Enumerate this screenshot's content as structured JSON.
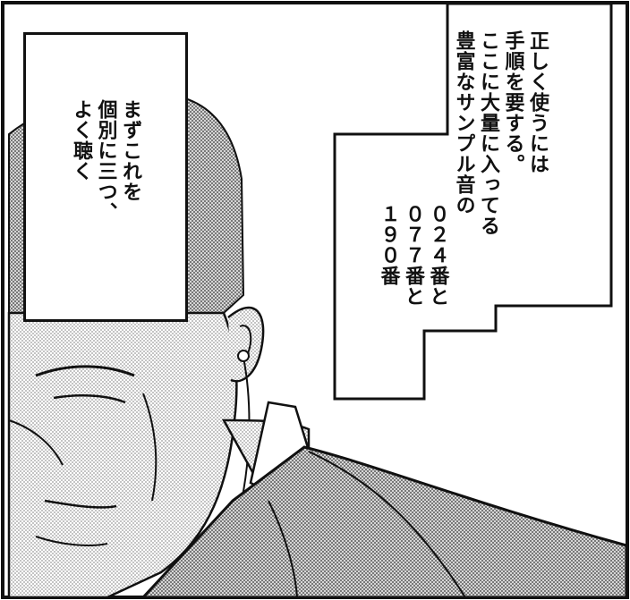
{
  "left_caption": {
    "lines": "まずこれを\n個別に三つ、\nよく聴く"
  },
  "right_caption": {
    "part1": "正しく使うには\n手順を要する。\nここに大量に入ってる\n豊富なサンプル音の",
    "part2": "０２４番と\n０７７番と\n１９０番"
  }
}
